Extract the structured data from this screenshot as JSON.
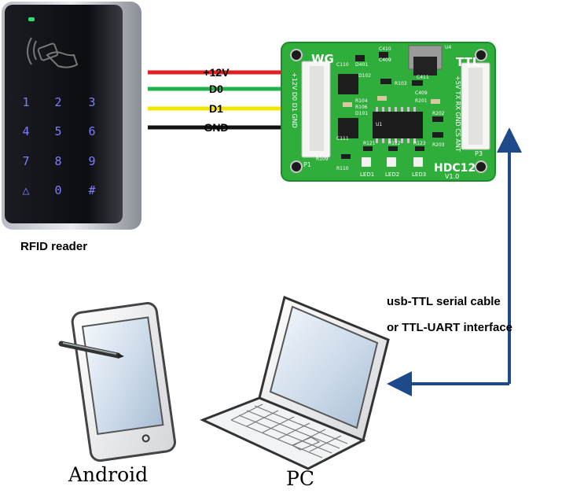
{
  "reader": {
    "label": "RFID reader",
    "keys": [
      "1",
      "2",
      "3",
      "4",
      "5",
      "6",
      "7",
      "8",
      "9",
      "△",
      "0",
      "#"
    ]
  },
  "wires": [
    {
      "label": "+12V",
      "color": "#e02020"
    },
    {
      "label": "D0",
      "color": "#22b24c"
    },
    {
      "label": "D1",
      "color": "#f2e600"
    },
    {
      "label": "GND",
      "color": "#111111"
    }
  ],
  "board": {
    "wg_label": "WG",
    "ttl_label": "TTL",
    "model": "HDC12",
    "version": "V1.0",
    "left_pins": "+12V D0 D1 GND",
    "right_pins": "+5V TX RX GND CS ANT",
    "p1": "P1",
    "p3": "P3",
    "leds": [
      "LED1",
      "LED2",
      "LED3"
    ],
    "parts": [
      "C110",
      "D401",
      "C410",
      "U4",
      "D102",
      "R103",
      "C411",
      "C409",
      "R104",
      "D101",
      "R106",
      "C409",
      "R201",
      "R202",
      "U1",
      "C111",
      "R203",
      "R121",
      "R122",
      "R123",
      "R110",
      "R109"
    ]
  },
  "cable": {
    "line1": "usb-TTL serial cable",
    "line2": "or  TTL-UART interface",
    "color": "#1f4a8a"
  },
  "devices": {
    "android": "Android",
    "pc": "PC"
  }
}
